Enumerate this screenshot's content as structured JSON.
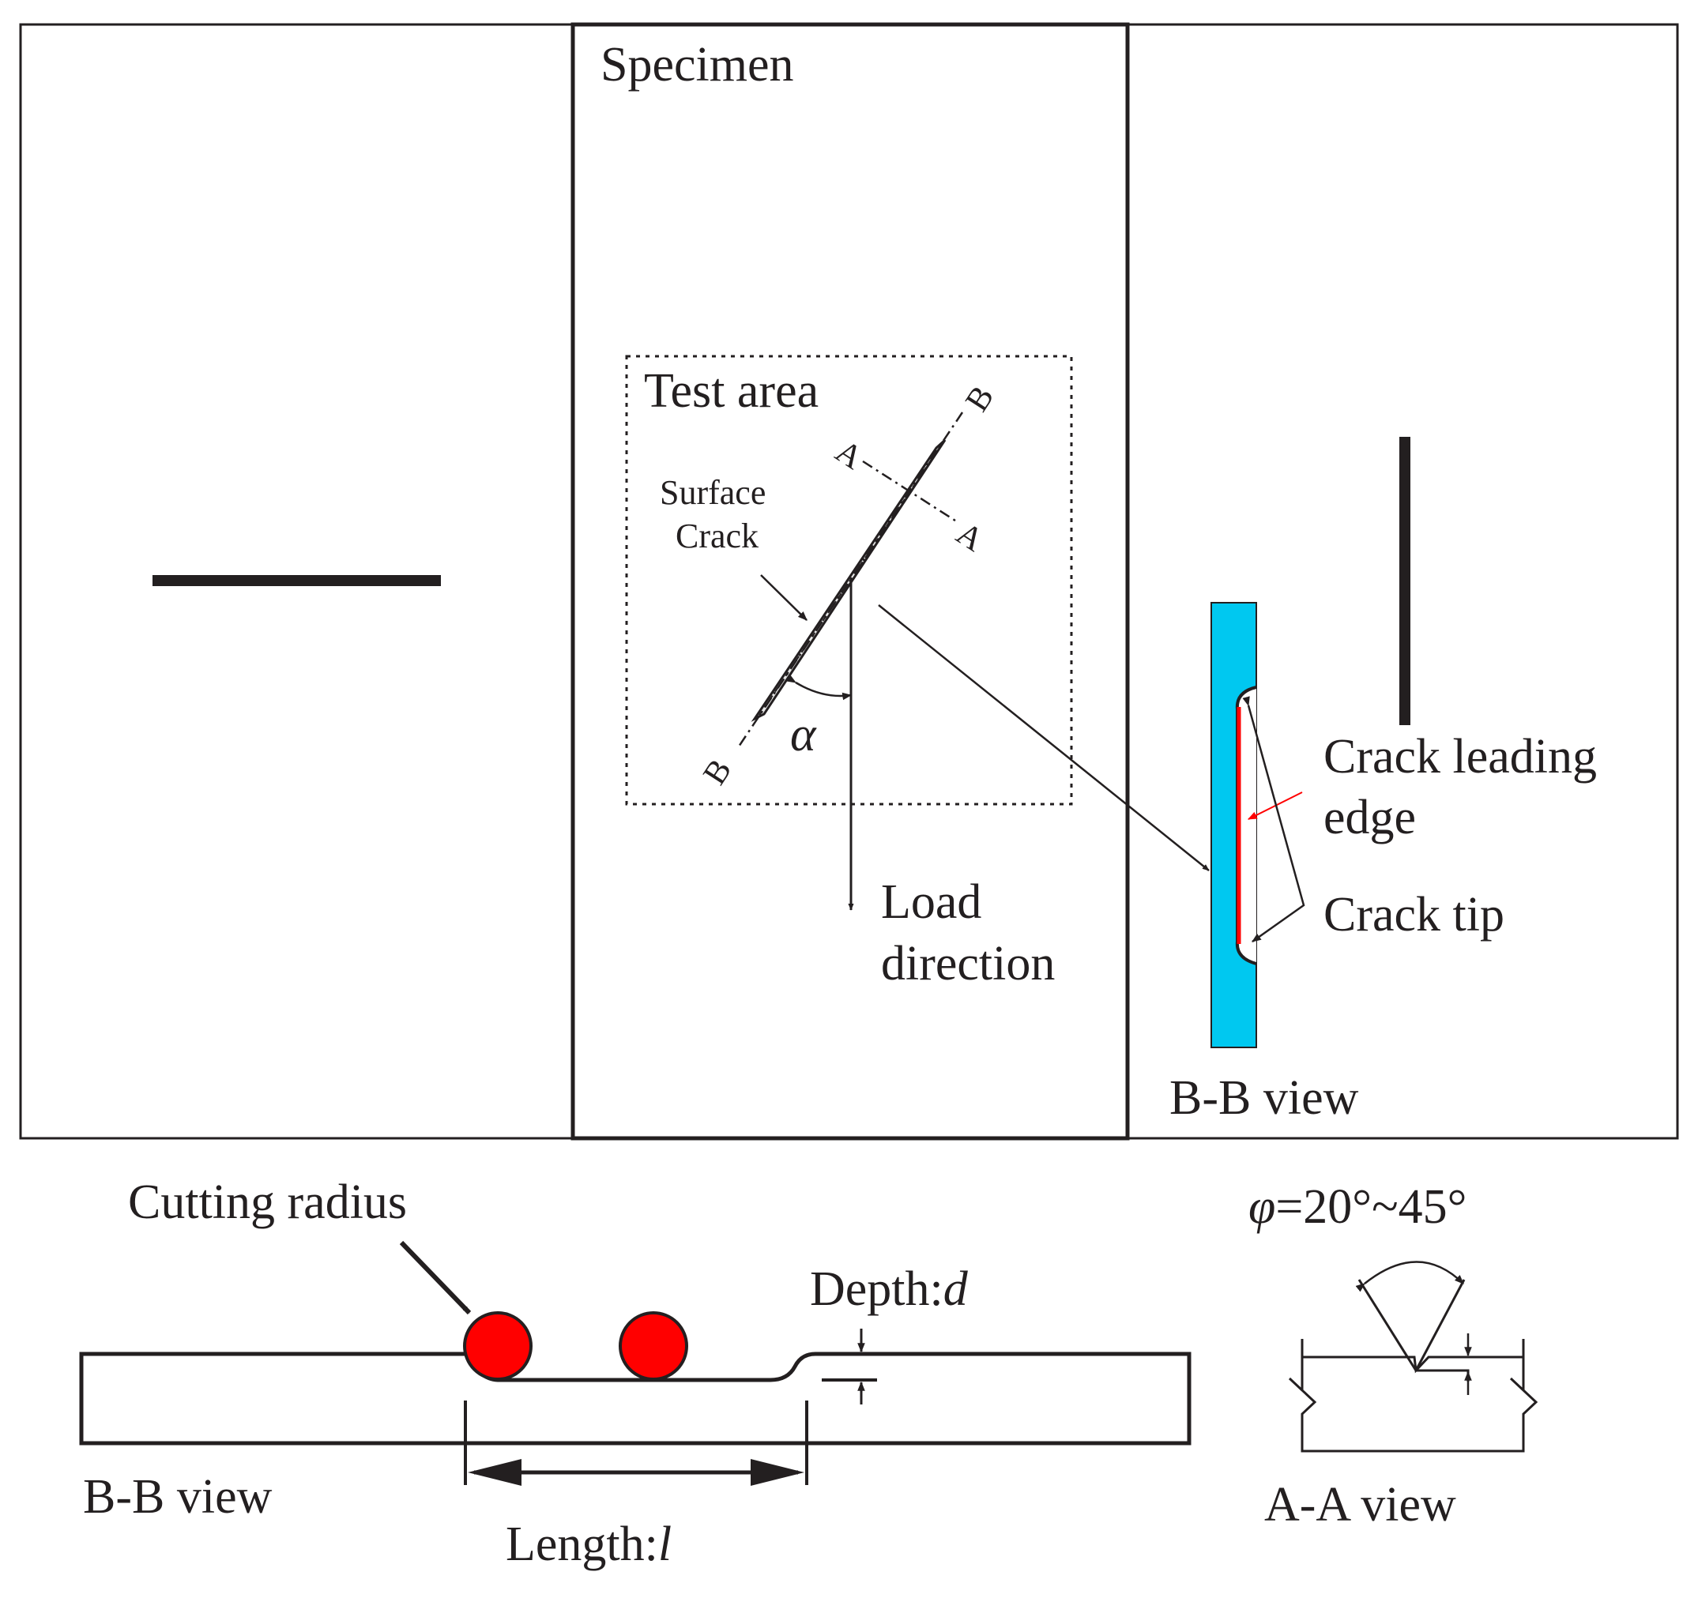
{
  "labels": {
    "specimen": "Specimen",
    "test_area": "Test area",
    "surface_crack_line1": "Surface",
    "surface_crack_line2": "Crack",
    "section_a_start": "A",
    "section_a_end": "A",
    "section_b_start": "B",
    "section_b_end": "B",
    "alpha": "α",
    "load_direction_line1": "Load",
    "load_direction_line2": "direction",
    "crack_leading_edge_line1": "Crack leading",
    "crack_leading_edge_line2": "edge",
    "crack_tip": "Crack tip",
    "bb_view_top": "B-B view",
    "cutting_radius": "Cutting  radius",
    "depth_prefix": "Depth:",
    "depth_symbol": "d",
    "length_prefix": "Length:",
    "length_symbol": "l",
    "bb_view_bottom": "B-B view",
    "phi_symbol": "φ",
    "phi_range": "=20°~45°",
    "aa_view": "A-A view"
  },
  "colors": {
    "line": "#231f20",
    "bb_view_fill": "#00c8f0",
    "crack_edge": "#ff0000",
    "cutter": "#ff0000"
  }
}
